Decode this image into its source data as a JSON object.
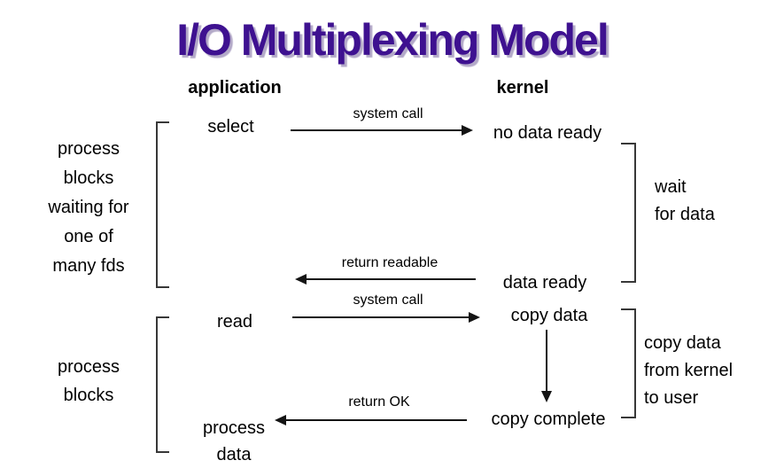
{
  "title": "I/O Multiplexing Model",
  "headers": {
    "application": "application",
    "kernel": "kernel"
  },
  "application_nodes": {
    "select": "select",
    "read": "read",
    "process_data": {
      "lines": [
        "process",
        "data"
      ]
    }
  },
  "kernel_nodes": {
    "no_data_ready": "no data ready",
    "data_ready": "data ready",
    "copy_data": "copy data",
    "copy_complete": "copy complete"
  },
  "side_notes": {
    "select_wait": {
      "lines": [
        "process",
        "blocks",
        "waiting for",
        "one of",
        "many fds"
      ]
    },
    "read_wait": {
      "lines": [
        "process",
        "blocks"
      ]
    },
    "kernel_wait": {
      "lines": [
        "wait",
        "for data"
      ]
    },
    "kernel_copy": {
      "lines": [
        "copy data",
        "from kernel",
        "to user"
      ]
    }
  },
  "arrow_labels": {
    "select_syscall": "system call",
    "return_readable": "return readable",
    "read_syscall": "system call",
    "return_ok": "return OK"
  },
  "colors": {
    "title": "#3e1190",
    "title_shadow": "#b3a9c8",
    "text": "#000000",
    "line": "#141414",
    "bracket": "#383838",
    "background": "#ffffff"
  }
}
